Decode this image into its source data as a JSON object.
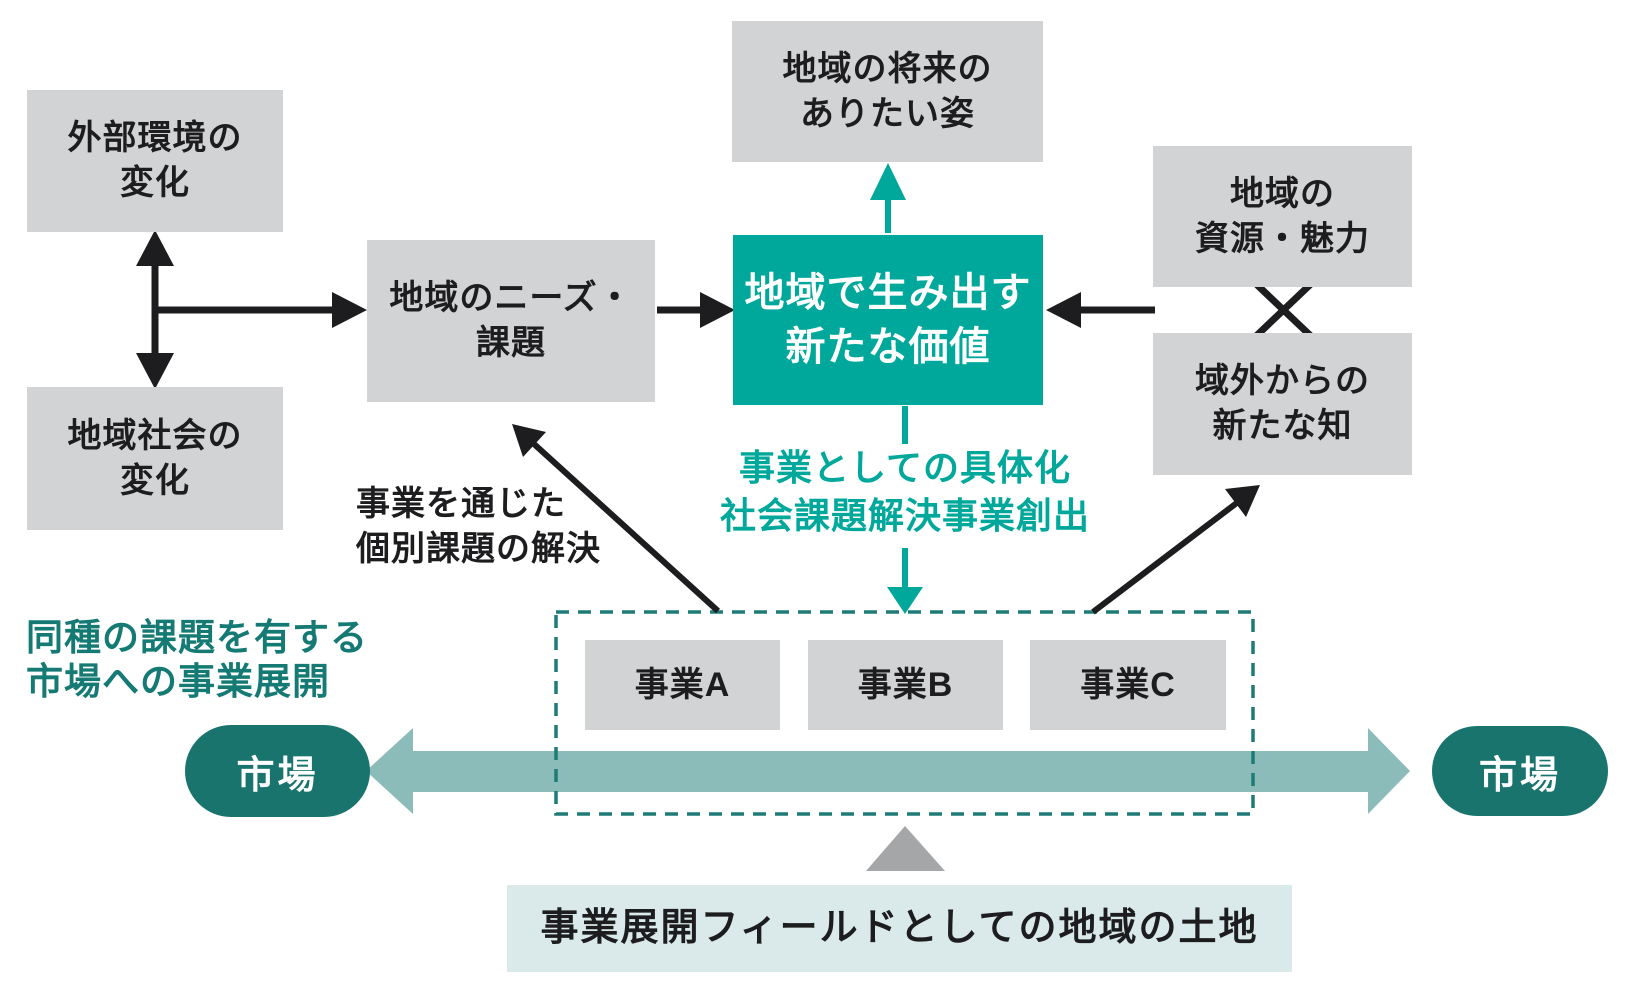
{
  "colors": {
    "teal": "#00a89b",
    "ink": "#1d1d1f",
    "dark_teal": "#1a746e",
    "note_teal": "#157a74",
    "dark_teal_border": "#1e7b76",
    "light_teal_band": "#8cbcb9",
    "light_teal_box": "#daeaea",
    "gray_box": "#d2d3d4",
    "gray_triangle": "#a5a6a8"
  },
  "diagram": {
    "boxes": {
      "external_change": "外部環境の\n変化",
      "community_change": "地域社会の\n変化",
      "regional_needs": "地域のニーズ・\n課題",
      "future_vision": "地域の将来の\nありたい姿",
      "new_value": "地域で生み出す\n新たな価値",
      "regional_resources": "地域の\n資源・魅力",
      "outside_knowledge": "域外からの\n新たな知",
      "business_a": "事業A",
      "business_b": "事業B",
      "business_c": "事業C",
      "land_field": "事業展開フィールドとしての地域の土地"
    },
    "labels": {
      "market_left": "市場",
      "market_right": "市場",
      "business_concretization": "事業としての具体化\n社会課題解決事業創出",
      "individual_solution": "事業を通じた\n個別課題の解決",
      "market_expansion": "同種の課題を有する\n市場への事業展開"
    }
  }
}
